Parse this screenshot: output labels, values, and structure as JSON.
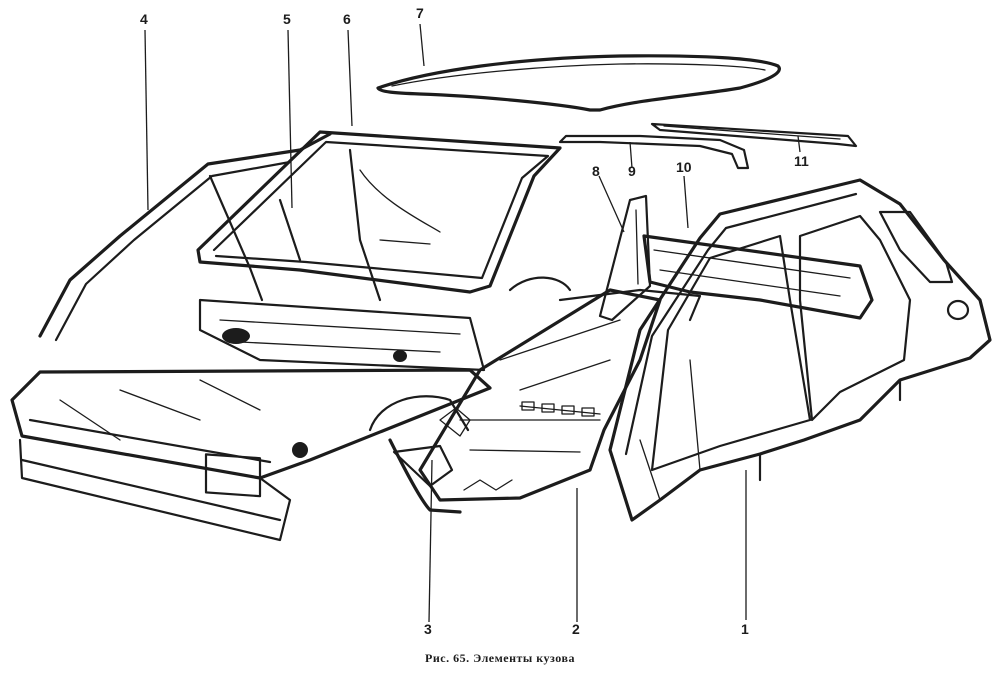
{
  "caption": "Рис. 65. Элементы кузова",
  "callouts": [
    {
      "label": "1"
    },
    {
      "label": "2"
    },
    {
      "label": "3"
    },
    {
      "label": "4"
    },
    {
      "label": "5"
    },
    {
      "label": "6"
    },
    {
      "label": "7"
    },
    {
      "label": "8"
    },
    {
      "label": "9"
    },
    {
      "label": "10"
    },
    {
      "label": "11"
    }
  ]
}
